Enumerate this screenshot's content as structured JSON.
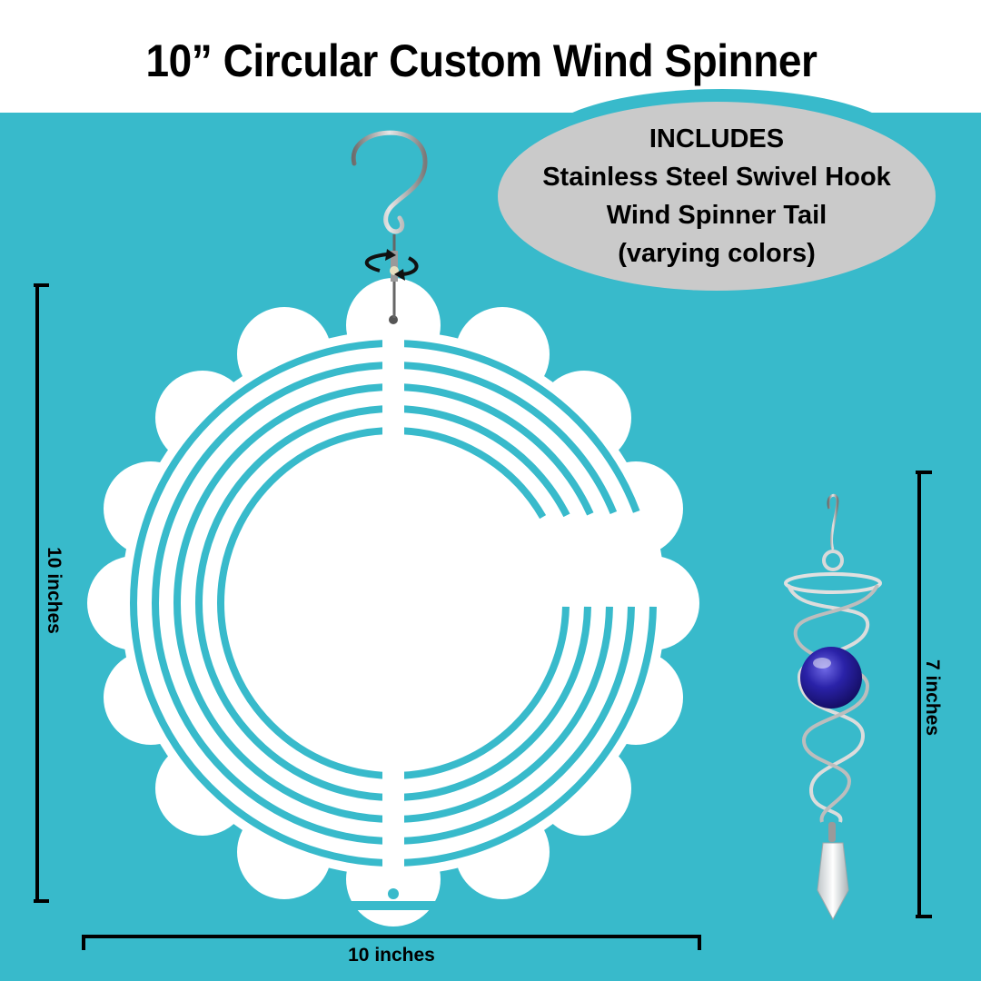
{
  "title": "10” Circular Custom Wind Spinner",
  "includes_badge": {
    "lines": [
      "INCLUDES",
      "Stainless Steel Swivel Hook",
      "Wind Spinner Tail",
      "(varying colors)"
    ]
  },
  "dimensions": {
    "spinner_height": "10 inches",
    "spinner_width": "10 inches",
    "tail_height": "7 inches"
  },
  "images": {
    "hook": "stainless-steel-swivel-hook-icon",
    "rotation_arrows": "rotate-arrows-icon",
    "spinner": "wave-circular-wind-spinner-blank",
    "tail": "spiral-wind-spinner-tail-with-blue-glass-ball-and-crystal"
  },
  "colors": {
    "background_teal": "#38BACB",
    "badge_gray": "#CACACA",
    "spinner_white": "#FFFFFF",
    "text": "#000000",
    "glass_ball": "#2A22A8"
  }
}
